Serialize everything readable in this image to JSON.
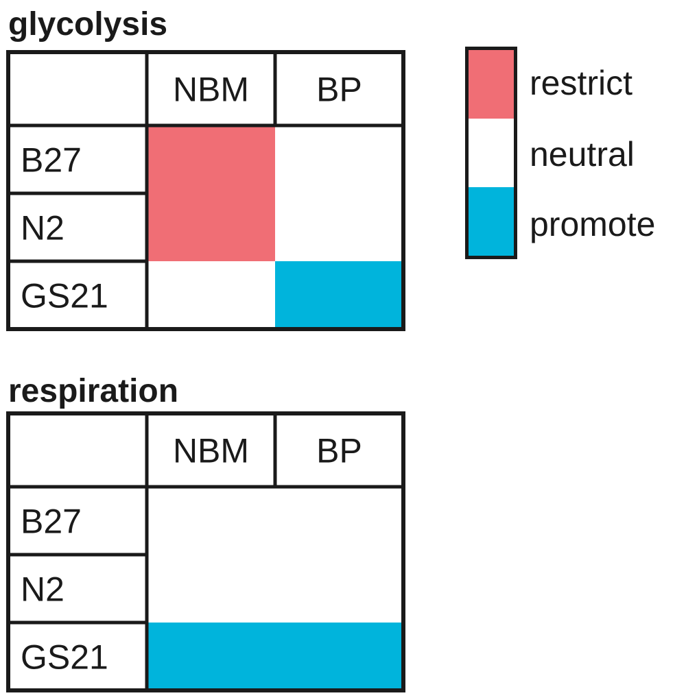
{
  "colors": {
    "restrict": "#f06e75",
    "neutral": "#ffffff",
    "promote": "#00b4dc",
    "border": "#1a1a1a"
  },
  "legend": [
    {
      "key": "restrict",
      "label": "restrict"
    },
    {
      "key": "neutral",
      "label": "neutral"
    },
    {
      "key": "promote",
      "label": "promote"
    }
  ],
  "chart_data": [
    {
      "type": "heatmap",
      "title": "glycolysis",
      "columns": [
        "NBM",
        "BP"
      ],
      "rows": [
        "B27",
        "N2",
        "GS21"
      ],
      "values": [
        [
          "restrict",
          "neutral"
        ],
        [
          "restrict",
          "neutral"
        ],
        [
          "neutral",
          "promote"
        ]
      ]
    },
    {
      "type": "heatmap",
      "title": "respiration",
      "columns": [
        "NBM",
        "BP"
      ],
      "rows": [
        "B27",
        "N2",
        "GS21"
      ],
      "values": [
        [
          "neutral",
          "neutral"
        ],
        [
          "neutral",
          "neutral"
        ],
        [
          "promote",
          "promote"
        ]
      ]
    }
  ]
}
